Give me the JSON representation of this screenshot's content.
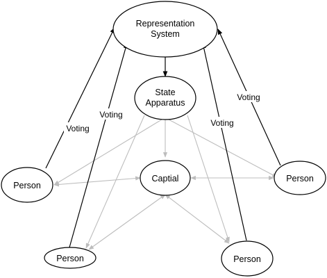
{
  "nodes": {
    "representation_system": {
      "line1": "Representation",
      "line2": "System"
    },
    "state_apparatus": {
      "line1": "State",
      "line2": "Apparatus"
    },
    "capital": {
      "label": "Captial"
    },
    "person_left": {
      "label": "Person"
    },
    "person_right": {
      "label": "Person"
    },
    "person_bottom_left": {
      "label": "Person"
    },
    "person_bottom_right": {
      "label": "Person"
    }
  },
  "edges": {
    "voting_label": "Voting"
  },
  "colors": {
    "black_edge": "#000000",
    "gray_edge": "#bdbdbd"
  }
}
